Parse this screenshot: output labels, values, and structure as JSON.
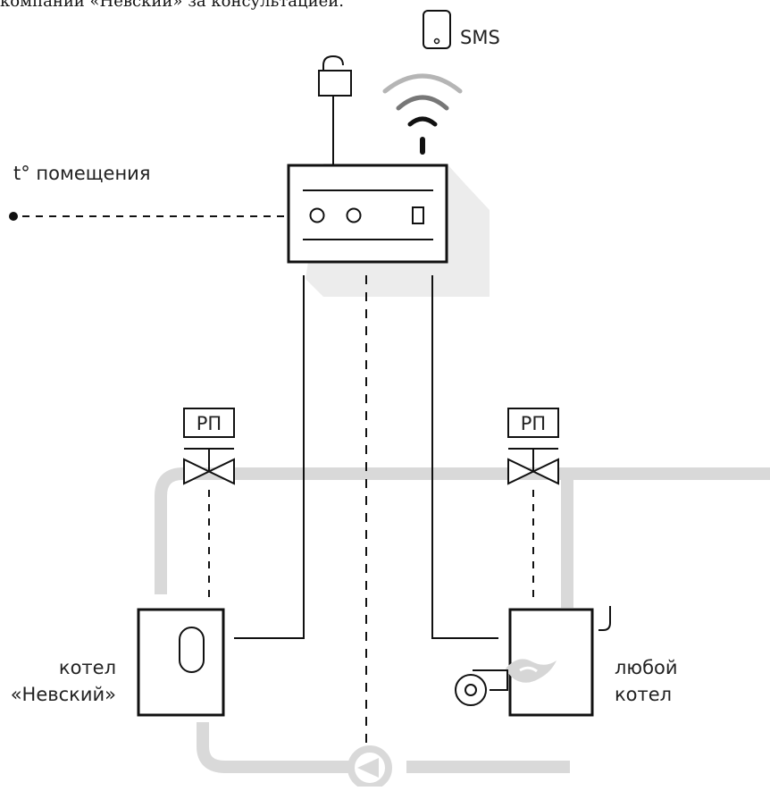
{
  "header_fragment": "компании «Невский» за консультацией.",
  "sms_label": "SMS",
  "room_temp_label": "t° помещения",
  "relay_left_label": "РП",
  "relay_right_label": "РП",
  "boiler_left_label_line1": "котел",
  "boiler_left_label_line2": "«Невский»",
  "boiler_right_label_line1": "любой",
  "boiler_right_label_line2": "котел",
  "colors": {
    "pipe": "#d9d9d9",
    "line": "#111111",
    "shadow": "#ececec",
    "wifi_outer": "#b5b5b5"
  },
  "icons": [
    "phone-icon",
    "padlock-icon",
    "wifi-icon",
    "pump-icon",
    "fan-icon",
    "flame-icon",
    "chimney-icon",
    "valve-icon"
  ]
}
